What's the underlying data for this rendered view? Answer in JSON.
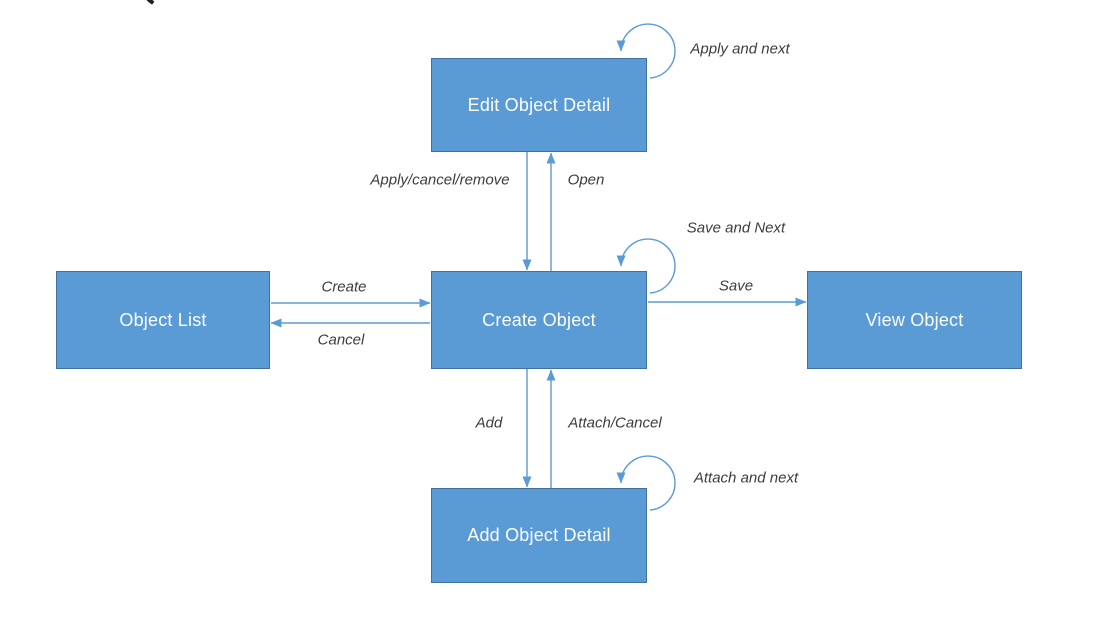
{
  "diagram": {
    "nodes": [
      {
        "id": "edit-object-detail",
        "label": "Edit Object Detail"
      },
      {
        "id": "object-list",
        "label": "Object List"
      },
      {
        "id": "create-object",
        "label": "Create Object"
      },
      {
        "id": "view-object",
        "label": "View Object"
      },
      {
        "id": "add-object-detail",
        "label": "Add Object Detail"
      }
    ],
    "edges": [
      {
        "id": "apply-and-next",
        "label": "Apply and next",
        "type": "self-loop",
        "on": "edit-object-detail"
      },
      {
        "id": "apply-cancel-remove",
        "label": "Apply/cancel/remove",
        "type": "arrow",
        "from": "edit-object-detail",
        "to": "create-object"
      },
      {
        "id": "open",
        "label": "Open",
        "type": "arrow",
        "from": "create-object",
        "to": "edit-object-detail"
      },
      {
        "id": "save-and-next",
        "label": "Save and Next",
        "type": "self-loop",
        "on": "create-object"
      },
      {
        "id": "create",
        "label": "Create",
        "type": "arrow",
        "from": "object-list",
        "to": "create-object"
      },
      {
        "id": "cancel",
        "label": "Cancel",
        "type": "arrow",
        "from": "create-object",
        "to": "object-list"
      },
      {
        "id": "save",
        "label": "Save",
        "type": "arrow",
        "from": "create-object",
        "to": "view-object"
      },
      {
        "id": "add",
        "label": "Add",
        "type": "arrow",
        "from": "create-object",
        "to": "add-object-detail"
      },
      {
        "id": "attach-cancel",
        "label": "Attach/Cancel",
        "type": "arrow",
        "from": "add-object-detail",
        "to": "create-object"
      },
      {
        "id": "attach-and-next",
        "label": "Attach and next",
        "type": "self-loop",
        "on": "add-object-detail"
      }
    ],
    "colors": {
      "node_fill": "#5B9BD5",
      "node_border": "#41719C",
      "node_text": "#FFFFFF",
      "arrow": "#5B9BD5",
      "edge_label_text": "#3D3D3D",
      "background": "#FFFFFF"
    }
  }
}
